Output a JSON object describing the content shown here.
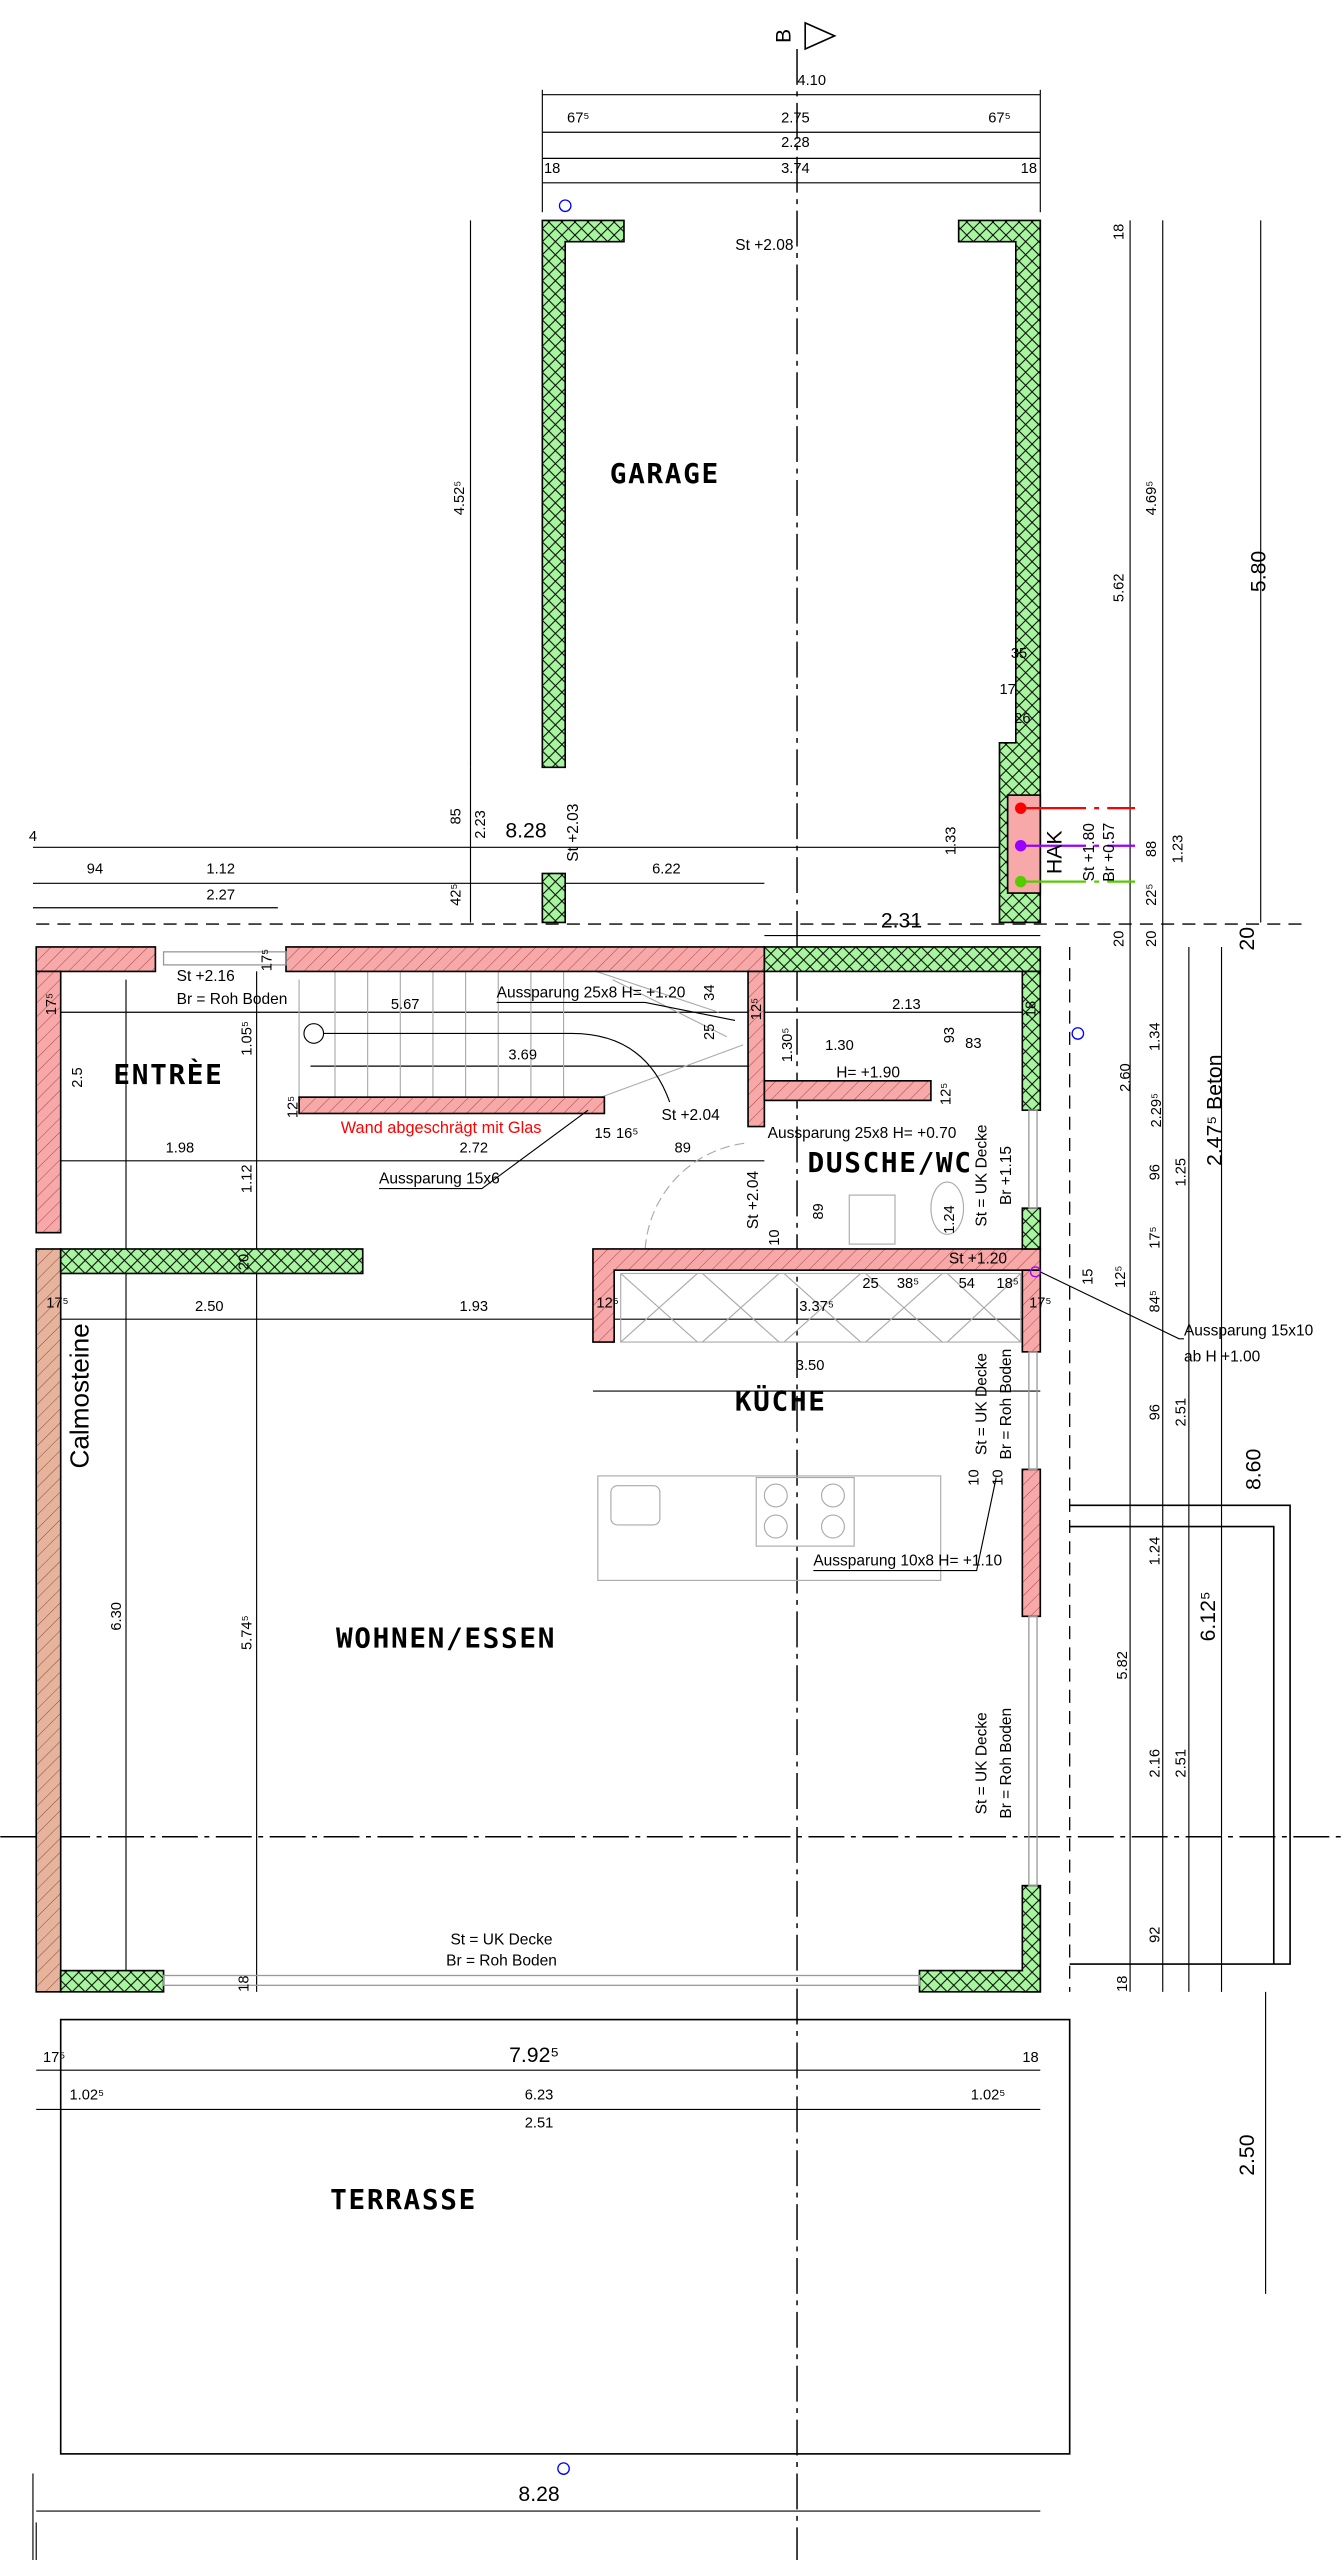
{
  "drawing": {
    "section_marker": "B",
    "colors": {
      "masonry_wall": "#f7a8a8",
      "insulated_wall": "#a8f5a0",
      "calmosteine_wall": "#e6b49c",
      "text_red": "#ff0000",
      "hak_red": "#ff0000",
      "hak_purple": "#9900ff",
      "hak_green": "#55cc00",
      "marker_blue": "#0000ff"
    },
    "rooms": {
      "garage": "GARAGE",
      "entree": "ENTRÈE",
      "dusche_wc": "DUSCHE/WC",
      "kueche": "KÜCHE",
      "wohnen_essen": "WOHNEN/ESSEN",
      "terrasse": "TERRASSE"
    },
    "dimensions": [
      "4.10",
      "67⁵",
      "2.75",
      "67⁵",
      "2.28",
      "18",
      "3.74",
      "18",
      "4.52⁵",
      "85",
      "2.23",
      "42⁵",
      "18",
      "4.69⁵",
      "5.62",
      "5.80",
      "35",
      "17",
      "26",
      "1.33",
      "88",
      "1.23",
      "22⁵",
      "20",
      "20",
      "20",
      "4",
      "8.28",
      "94",
      "1.12",
      "2.27",
      "6.22",
      "2.31",
      "17⁵",
      "17⁵",
      "5.67",
      "34",
      "12⁵",
      "2.13",
      "18",
      "1.05⁵",
      "2.5",
      "3.69",
      "25",
      "1.30⁵",
      "1.30",
      "93",
      "83",
      "12⁵",
      "12⁵",
      "1.98",
      "2.72",
      "15",
      "16⁵",
      "89",
      "1.12",
      "89",
      "1.24",
      "2.60",
      "2.29⁵",
      "1.34",
      "96",
      "1.25",
      "10",
      "17⁵",
      "20",
      "15",
      "12⁵",
      "25",
      "38⁵",
      "54",
      "18⁵",
      "84⁵",
      "17⁵",
      "2.50",
      "1.93",
      "12⁵",
      "3.37⁵",
      "17⁵",
      "3.50",
      "96",
      "2.51",
      "8.60",
      "10",
      "10",
      "6.30",
      "5.74⁵",
      "1.24",
      "5.82",
      "6.12⁵",
      "2.16",
      "2.51",
      "92",
      "18",
      "18",
      "17⁵",
      "7.92⁵",
      "18",
      "1.02⁵",
      "6.23",
      "1.02⁵",
      "2.51",
      "2.50",
      "8.28"
    ],
    "annotations": [
      "St +2.08",
      "St +2.03",
      "HAK",
      "St +1.80",
      "Br +0.57",
      "St +2.16",
      "Br = Roh Boden",
      "Aussparung 25x8 H= +1.20",
      "H= +1.90",
      "St +2.04",
      "Aussparung 25x8 H= +0.70",
      "Aussparung 15x6",
      "St +2.04",
      "St = UK Decke",
      "Br +1.15",
      "2.47⁵ Beton",
      "St +1.20",
      "Aussparung 15x10",
      "ab H +1.00",
      "St = UK Decke",
      "Br = Roh Boden",
      "Calmosteine",
      "Aussparung 10x8 H= +1.10",
      "St = UK Decke",
      "Br = Roh Boden",
      "St = UK Decke",
      "Br = Roh Boden"
    ],
    "red_note": "Wand abgeschrägt mit Glas"
  }
}
